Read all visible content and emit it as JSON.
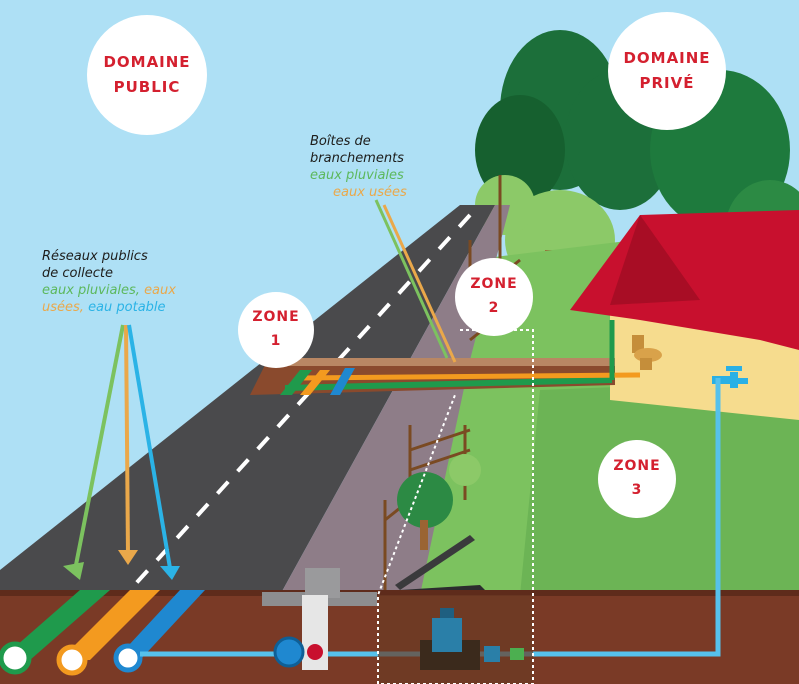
{
  "domains": {
    "public": [
      "DOMAINE",
      "PUBLIC"
    ],
    "private": [
      "DOMAINE",
      "PRIVÉ"
    ]
  },
  "zones": [
    {
      "word": "ZONE",
      "number": "1"
    },
    {
      "word": "ZONE",
      "number": "2"
    },
    {
      "word": "ZONE",
      "number": "3"
    }
  ],
  "labels": {
    "networks": {
      "line1": "Réseaux publics",
      "line2": "de collecte",
      "pluvial": "eaux pluviales,",
      "usees_a": "eaux",
      "usees_b": "usées,",
      "potable": "eau potable"
    },
    "boxes": {
      "line1": "Boîtes de",
      "line2": "branchements",
      "pluvial": "eaux pluviales",
      "usees": "eaux usées"
    }
  },
  "colors": {
    "sky": "#aee0f5",
    "road": "#4a4a4c",
    "sidewalk": "#8e7d88",
    "grass": "#7cc25f",
    "soil": "#7a3a26",
    "pipe_green": "#1f9a4c",
    "pipe_orange": "#f39a1f",
    "pipe_blue": "#1f88d0",
    "roof": "#c8102e",
    "house": "#f6dc8e",
    "accent_red": "#d4202f"
  }
}
